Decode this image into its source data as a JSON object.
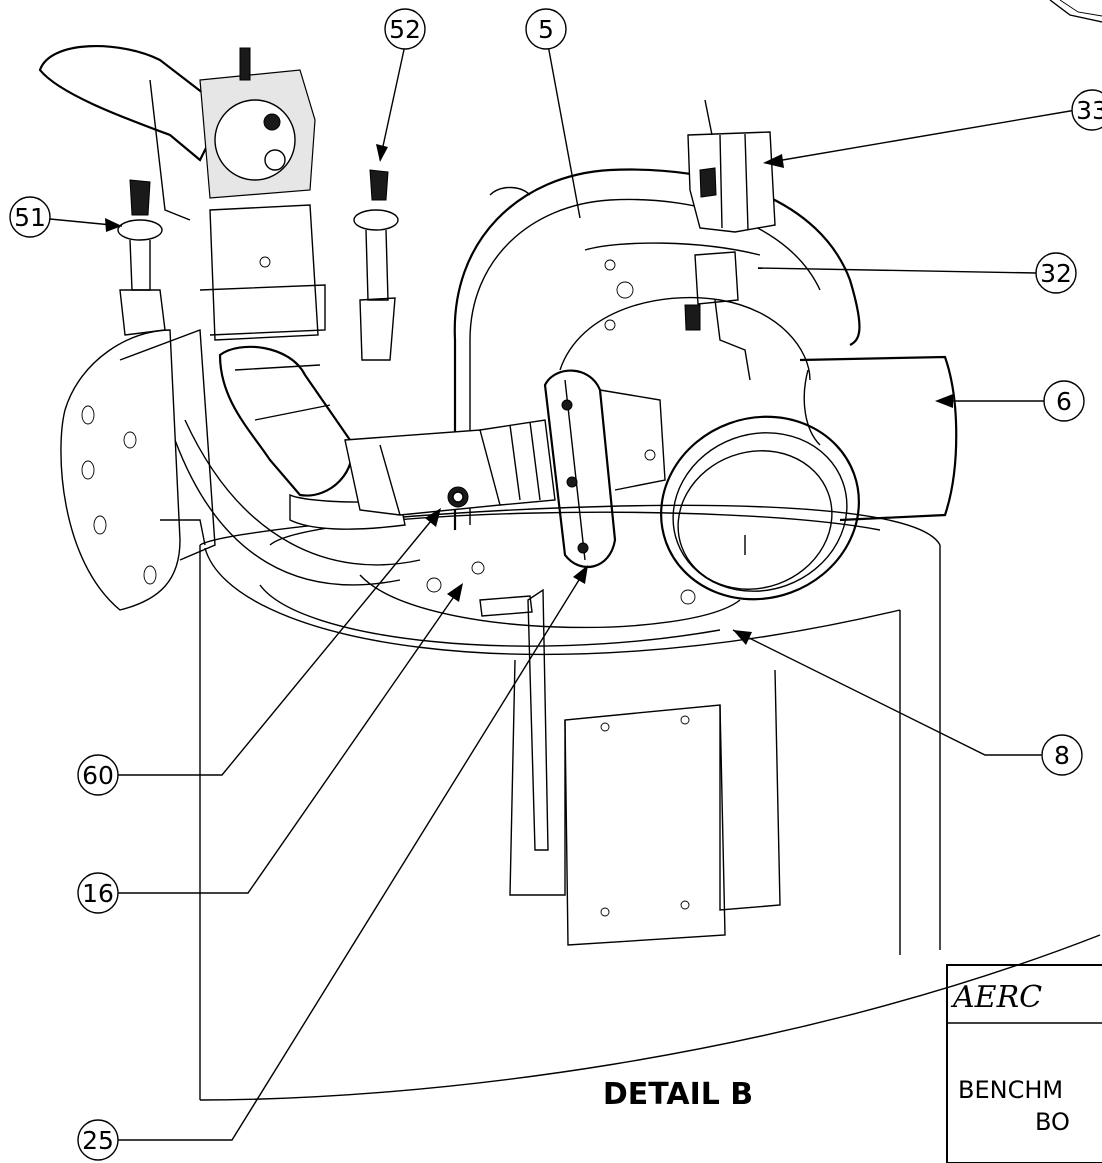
{
  "detail": {
    "title": "DETAIL B"
  },
  "title_block": {
    "brand": "AERC",
    "line1": "BENCHM",
    "line2": "BO"
  },
  "callouts": [
    {
      "id": "c51",
      "label": "51"
    },
    {
      "id": "c52",
      "label": "52"
    },
    {
      "id": "c5",
      "label": "5"
    },
    {
      "id": "c33",
      "label": "33"
    },
    {
      "id": "c32",
      "label": "32"
    },
    {
      "id": "c6",
      "label": "6"
    },
    {
      "id": "c8",
      "label": "8"
    },
    {
      "id": "c60",
      "label": "60"
    },
    {
      "id": "c16",
      "label": "16"
    },
    {
      "id": "c25",
      "label": "25"
    }
  ]
}
